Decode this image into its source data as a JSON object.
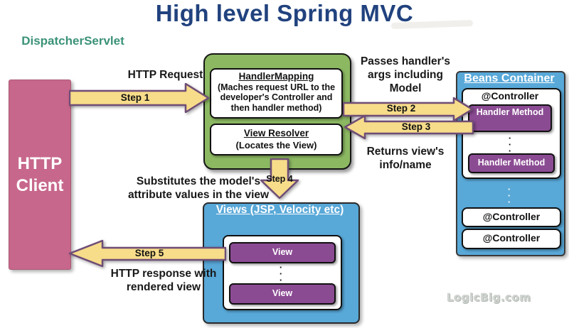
{
  "title": "High level Spring MVC",
  "watermark": "LogicBig.com",
  "colors": {
    "title_navy": "#21427E",
    "dispatcher_teal": "#3B9278",
    "green": "#8CB862",
    "blue": "#58A8D8",
    "pink": "#C7678B",
    "purple": "#8B4B93",
    "arrow_yellow": "#F7DC8A",
    "arrow_border": "#6F4D76"
  },
  "http_client": {
    "label": "HTTP Client"
  },
  "dispatcher": {
    "label": "DispatcherServlet",
    "handler_mapping": {
      "title": "HandlerMapping",
      "desc": "(Maches request URL to the developer's Controller and then handler method)"
    },
    "view_resolver": {
      "title": "View Resolver",
      "desc": "(Locates the View)"
    }
  },
  "beans_container": {
    "title": "Beans Container",
    "controller_label": "@Controller",
    "handler_method_label": "Handler Method",
    "controller2_label": "@Controller",
    "controller3_label": "@Controller",
    "dots": "·\n·\n·"
  },
  "views": {
    "title": "Views (JSP, Velocity etc)",
    "view1_label": "View",
    "view2_label": "View",
    "dots": "·\n·\n·"
  },
  "steps": {
    "step1": "Step 1",
    "step2": "Step 2",
    "step3": "Step 3",
    "step4": "Step 4",
    "step5": "Step 5"
  },
  "annotations": {
    "http_request": "HTTP Request",
    "passes_args": "Passes handler's args including Model",
    "returns_view": "Returns view's info/name",
    "substitutes": "Substitutes the model's attribute values in the view",
    "http_response": "HTTP response with rendered view"
  }
}
